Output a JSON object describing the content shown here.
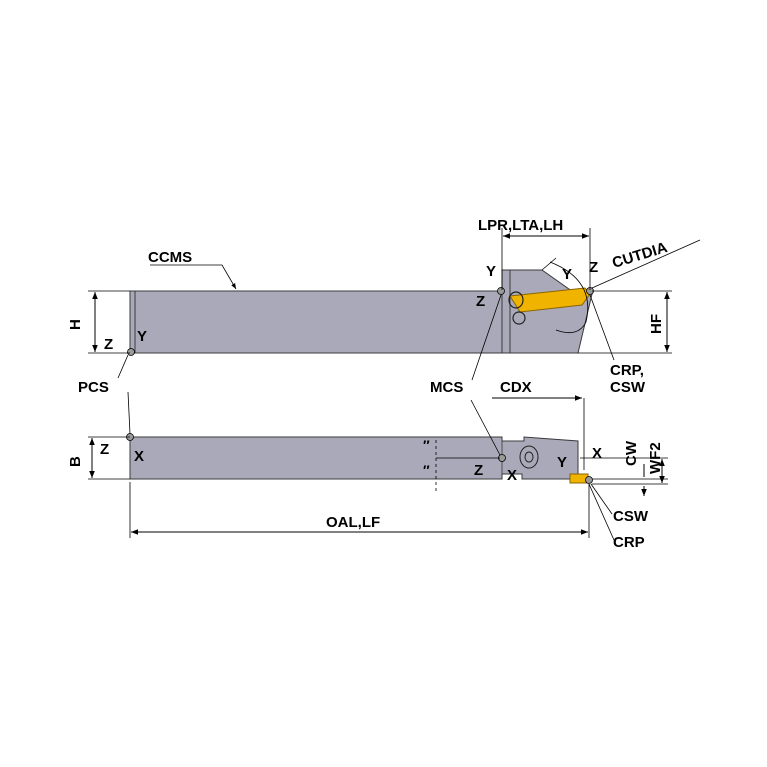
{
  "labels": {
    "ccms": "CCMS",
    "h": "H",
    "z_pcs_top": "Z",
    "y_pcs_top": "Y",
    "pcs": "PCS",
    "b": "B",
    "z_pcs_bottom": "Z",
    "x_pcs_bottom": "X",
    "lpr": "LPR,LTA,LH",
    "y_mcs_top": "Y",
    "z_mcs_top": "Z",
    "y_crp_top": "Y",
    "z_crp_top": "Z",
    "cutdia": "CUTDIA",
    "hf": "HF",
    "crp_top_1": "CRP,",
    "crp_top_2": "CSW",
    "mcs": "MCS",
    "cdx": "CDX",
    "z_mcs_bottom": "Z",
    "x_mcs_bottom": "X",
    "y_crp_bottom": "Y",
    "x_crp_bottom": "X",
    "cw": "CW",
    "wf2": "WF2",
    "csw_bottom": "CSW",
    "crp_bottom": "CRP",
    "oal": "OAL,LF"
  },
  "colors": {
    "body": "#a9a9b9",
    "body_stroke": "#3a3a3a",
    "insert": "#f0b400",
    "insert_dark": "#c48a00",
    "point": "#9a9a9a"
  }
}
